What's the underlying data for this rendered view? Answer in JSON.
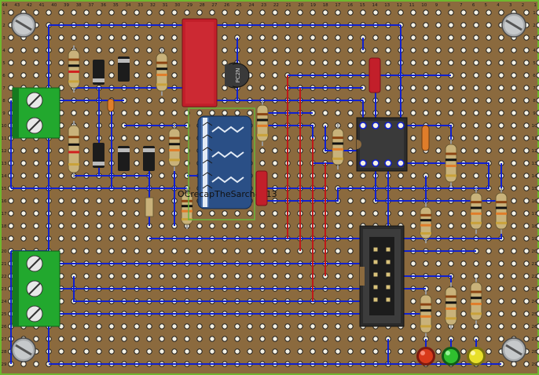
{
  "board": {
    "background": "#8b6a3e",
    "frame_color": "#6fb82e",
    "trace_color": "#1020d0",
    "jumper_color": "#c01818",
    "hole_fill": "#f4f1e4",
    "hole_stroke": "#222222"
  },
  "labels": {
    "column_numbers": [
      "44",
      "43",
      "42",
      "41",
      "40",
      "39",
      "38",
      "37",
      "36",
      "35",
      "34",
      "33",
      "32",
      "31",
      "30",
      "29",
      "28",
      "27",
      "26",
      "25",
      "24",
      "23",
      "22",
      "21",
      "20",
      "19",
      "18",
      "17",
      "16",
      "15",
      "14",
      "13",
      "12",
      "11",
      "10",
      "9",
      "8",
      "7",
      "6",
      "5",
      "4",
      "3",
      "2",
      "1"
    ],
    "row_numbers": [
      "1",
      "2",
      "3",
      "4",
      "5",
      "6",
      "7",
      "8",
      "9",
      "10",
      "11",
      "12",
      "13",
      "14",
      "15",
      "16",
      "17",
      "18",
      "19",
      "20",
      "21",
      "22",
      "23",
      "24",
      "25",
      "26",
      "27",
      "28",
      "29"
    ],
    "transistor_label": "PC2N",
    "capacitor_overlay_text": "OCrecapTheSarch4113"
  },
  "components": {
    "screw_icon": "screw-icon",
    "terminal_block_color": "#22a82e",
    "relay_color": "#c21f2a",
    "capacitor_color": "#2a4f86",
    "led_colors": [
      "#d83a1a",
      "#2fbf2f",
      "#e8e02a"
    ]
  }
}
